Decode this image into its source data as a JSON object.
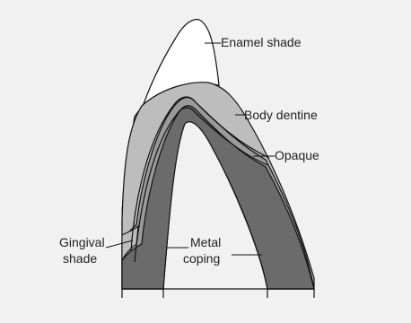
{
  "figure": {
    "labels": {
      "enamel_shade": "Enamel shade",
      "body_dentine": "Body dentine",
      "opaque": "Opaque",
      "gingival_shade_line1": "Gingival",
      "gingival_shade_line2": "shade",
      "metal_coping_line1": "Metal",
      "metal_coping_line2": "coping"
    },
    "colors": {
      "background": "#f1f1f1",
      "enamel": "#ffffff",
      "body_dentine": "#bdbdbd",
      "opaque": "#9a9a9a",
      "metal_coping": "#6b6b6b",
      "outline": "#111111"
    }
  }
}
